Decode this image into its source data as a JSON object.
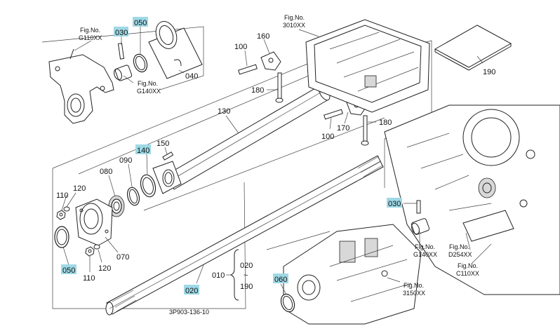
{
  "diagram": {
    "drawing_code": "3P903-136-10",
    "colors": {
      "highlight": "#9fd9e6",
      "line": "#222222",
      "background": "#ffffff"
    },
    "part_labels": {
      "p030_top": "030",
      "p050_top": "050",
      "p040": "040",
      "p100_top": "100",
      "p160": "160",
      "p180_top": "180",
      "p130": "130",
      "p170": "170",
      "p180_mid": "180",
      "p100_mid": "100",
      "p190_right": "190",
      "p140": "140",
      "p150": "150",
      "p090": "090",
      "p080": "080",
      "p110_top": "110",
      "p120_top": "120",
      "p070": "070",
      "p050_bottom": "050",
      "p120_bottom": "120",
      "p110_bottom": "110",
      "p030_right": "030",
      "p060": "060",
      "p020": "020",
      "p010": "010",
      "range_from": "020",
      "range_sep": "~",
      "range_to": "190"
    },
    "fig_refs": {
      "g110_title": "Fig.No.",
      "g110_code": "G110XX",
      "g140a_title": "Fig.No.",
      "g140a_code": "G140XX",
      "f3010_title": "Fig.No.",
      "f3010_code": "3010XX",
      "g140b_title": "Fig.No.",
      "g140b_code": "G140XX",
      "d254_title": "Fig.No.",
      "d254_code": "D254XX",
      "c110_title": "Fig.No.",
      "c110_code": "C110XX",
      "f3150_title": "Fig.No.",
      "f3150_code": "3150XX"
    }
  }
}
